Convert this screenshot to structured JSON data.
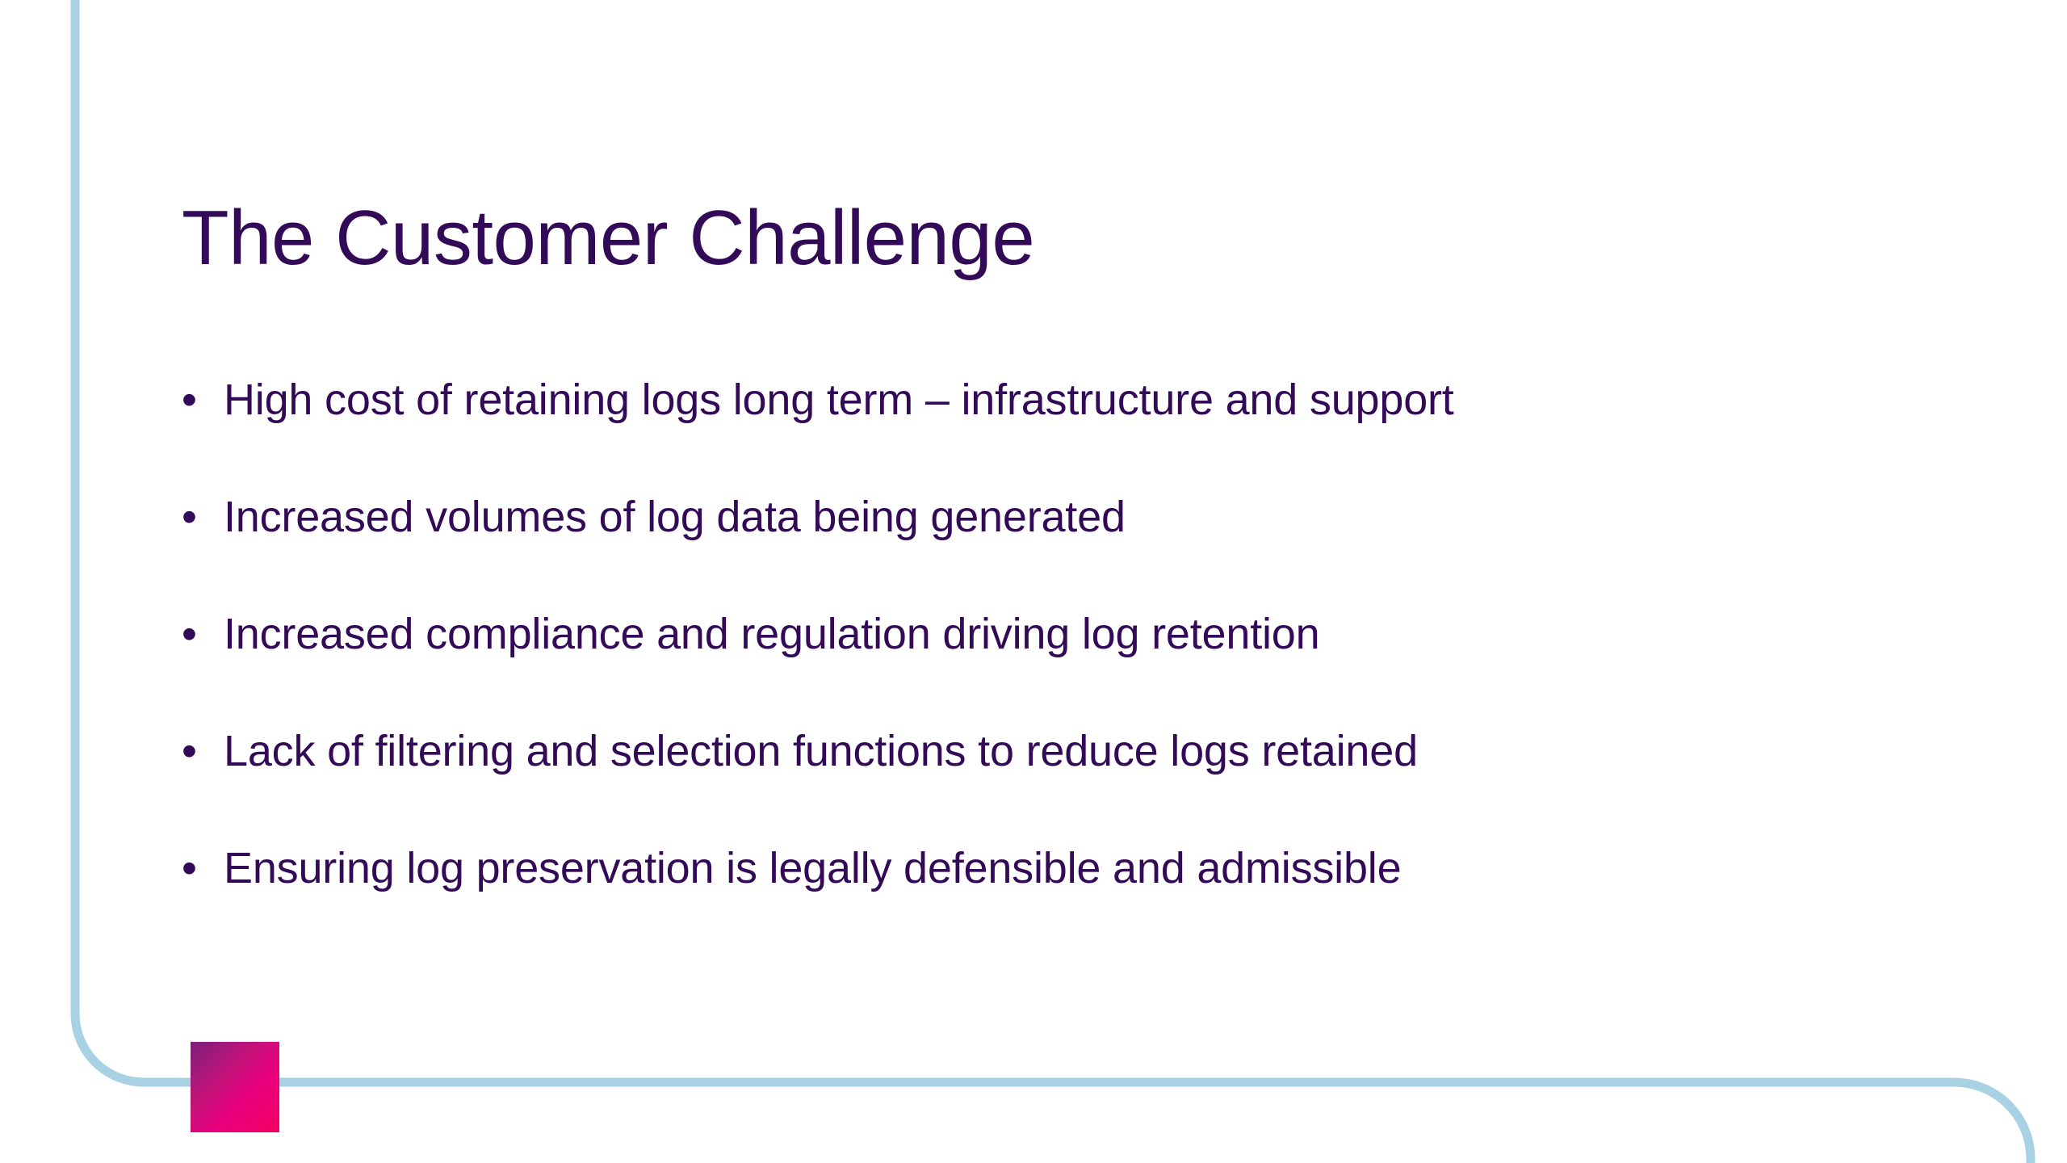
{
  "slide": {
    "title": "The Customer Challenge",
    "bullet_marker": "•",
    "bullets": [
      {
        "text": "High cost of retaining logs long term – infrastructure and support"
      },
      {
        "text": "Increased volumes of log data being generated"
      },
      {
        "text": "Increased compliance and regulation driving log retention"
      },
      {
        "text": "Lack of filtering and selection functions to reduce logs retained"
      },
      {
        "text": "Ensuring log preservation is legally defensible and admissible"
      }
    ]
  },
  "theme": {
    "background": "#ffffff",
    "text_color": "#330a57",
    "accent_line_color": "#a8d2e3",
    "accent_square_gradient_start": "#7b1f7a",
    "accent_square_gradient_end": "#f50063"
  }
}
